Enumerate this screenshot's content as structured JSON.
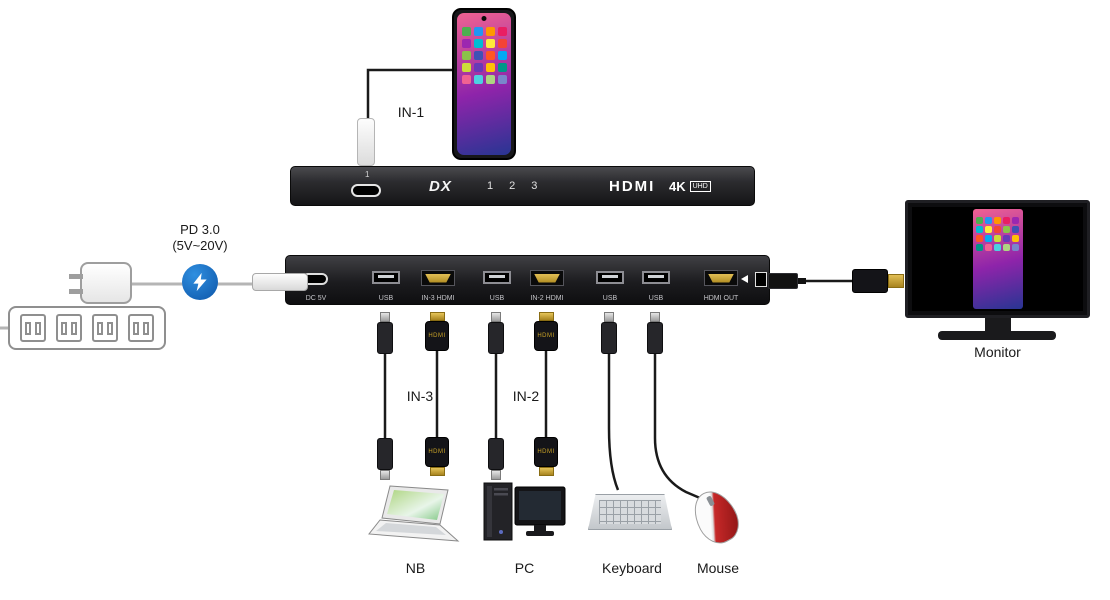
{
  "labels": {
    "in1": "IN-1",
    "in3": "IN-3",
    "in2": "IN-2",
    "pd_line1": "PD 3.0",
    "pd_line2": "(5V~20V)",
    "monitor": "Monitor",
    "nb": "NB",
    "pc": "PC",
    "keyboard": "Keyboard",
    "mouse": "Mouse"
  },
  "front_panel": {
    "port_number": "1",
    "brand": "DX",
    "channels": [
      "1",
      "2",
      "3"
    ],
    "hdmi_logo": "HDMI",
    "badge_4k": "4K",
    "badge_uhd": "UHD"
  },
  "rear_panel": {
    "ports": [
      {
        "label": "DC 5V"
      },
      {
        "label": "USB"
      },
      {
        "label": "IN-3 HDMI"
      },
      {
        "label": "USB"
      },
      {
        "label": "IN-2 HDMI"
      },
      {
        "label": "USB"
      },
      {
        "label": "USB"
      },
      {
        "label": "HDMI OUT"
      }
    ]
  },
  "plugs": {
    "hdmi_text": "HDMI"
  },
  "phone": {
    "icon_colors": [
      "#4caf50",
      "#2196f3",
      "#ff9800",
      "#e91e63",
      "#9c27b0",
      "#00bcd4",
      "#ffeb3b",
      "#f44336",
      "#8bc34a",
      "#3f51b5",
      "#ff5722",
      "#03a9f4",
      "#cddc39",
      "#673ab7",
      "#ffc107",
      "#009688",
      "#f06292",
      "#4dd0e1",
      "#aed581",
      "#7986cb"
    ]
  },
  "colors": {
    "pd_blue": "#0d55a8",
    "hdmi_gold": "#c9a227",
    "cable_dark": "#1a1a1a",
    "cable_grey": "#b5b5b5"
  }
}
